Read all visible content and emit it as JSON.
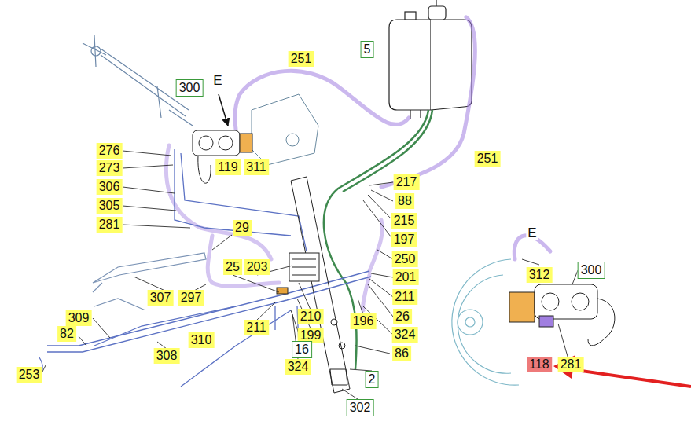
{
  "diagram": {
    "labels": [
      "300",
      "E",
      "251",
      "5",
      "251",
      "276",
      "119",
      "311",
      "273",
      "306",
      "217",
      "88",
      "305",
      "215",
      "281",
      "29",
      "E",
      "197",
      "312",
      "300",
      "250",
      "25",
      "203",
      "201",
      "307",
      "211",
      "297",
      "309",
      "26",
      "210",
      "196",
      "82",
      "324",
      "199",
      "211",
      "310",
      "16",
      "308",
      "86",
      "118",
      "281",
      "324",
      "253",
      "2",
      "302"
    ]
  }
}
